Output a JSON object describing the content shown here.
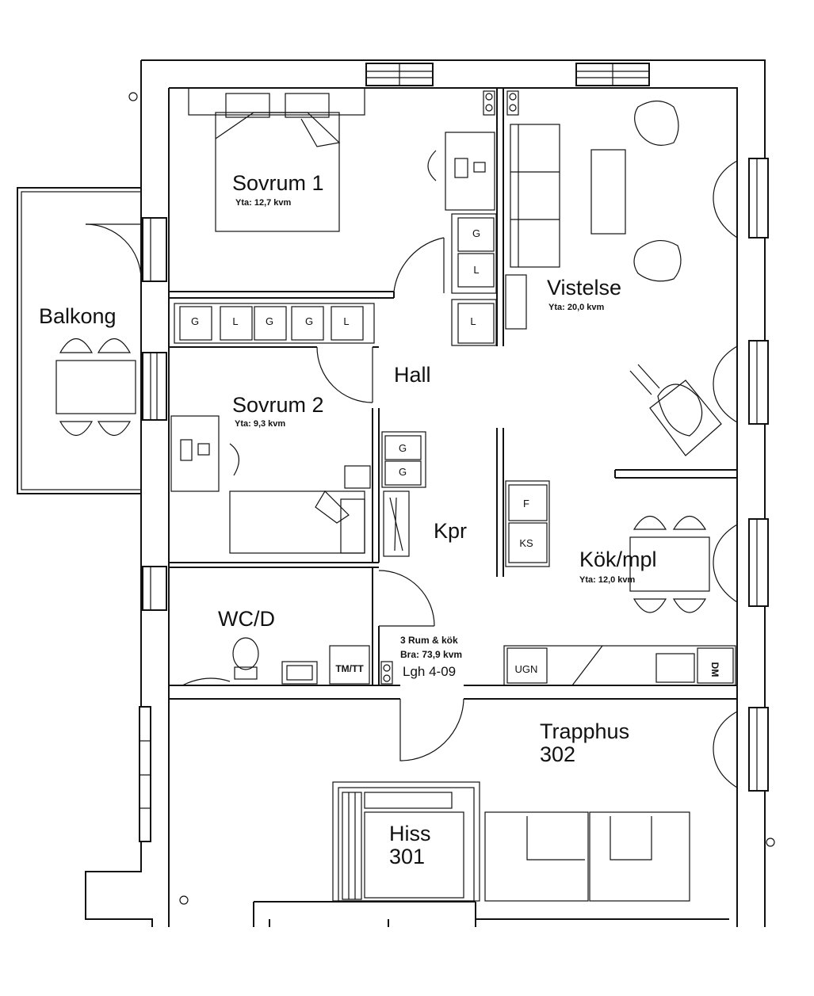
{
  "rooms": {
    "sovrum1": {
      "name": "Sovrum 1",
      "area": "Yta: 12,7 kvm"
    },
    "sovrum2": {
      "name": "Sovrum 2",
      "area": "Yta: 9,3 kvm"
    },
    "vistelse": {
      "name": "Vistelse",
      "area": "Yta: 20,0 kvm"
    },
    "kok": {
      "name": "Kök/mpl",
      "area": "Yta: 12,0 kvm"
    },
    "balkong": {
      "name": "Balkong"
    },
    "hall": {
      "name": "Hall"
    },
    "kpr": {
      "name": "Kpr"
    },
    "wcd": {
      "name": "WC/D"
    },
    "trapphus": {
      "name": "Trapphus",
      "number": "302"
    },
    "hiss": {
      "name": "Hiss",
      "number": "301"
    }
  },
  "apartment": {
    "rooms_line": "3 Rum & kök",
    "area_line": "Bra: 73,9 kvm",
    "id_line": "Lgh 4-09"
  },
  "cabinets": {
    "hall_row": [
      "G",
      "L",
      "G",
      "G",
      "L"
    ],
    "bedroom1_closet": [
      "G",
      "L",
      "L"
    ],
    "bedroom2_closet": [
      "G",
      "G"
    ],
    "kitchen_column": [
      "F",
      "KS"
    ],
    "washer": "TM/TT",
    "oven": "UGN",
    "dishwasher": "DM"
  }
}
